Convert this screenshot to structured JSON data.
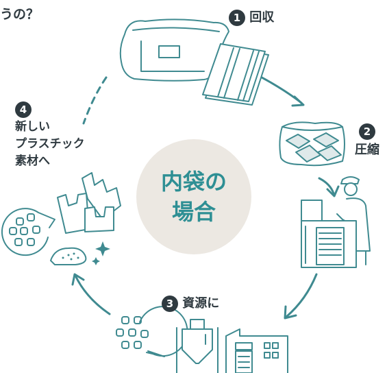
{
  "header_fragment": "うの？",
  "center": {
    "line1": "内袋の",
    "line2": "場合"
  },
  "steps": [
    {
      "number": "1",
      "label": "回収"
    },
    {
      "number": "2",
      "label": "圧縮"
    },
    {
      "number": "3",
      "label": "資源に"
    },
    {
      "number": "4",
      "label_lines": [
        "新しい",
        "プラスチック",
        "素材へ"
      ]
    }
  ],
  "colors": {
    "stroke": "#3f8a90",
    "text": "#2f3a40",
    "accent": "#2e8f94",
    "circle": "#ece8e2"
  },
  "icons": [
    "bag-icon",
    "sheets-icon",
    "compressed-bags-icon",
    "worker-icon",
    "compressor-icon",
    "pellets-bubble-icon",
    "silo-icon",
    "factory-icon",
    "new-bags-icon",
    "sparkle-icon"
  ]
}
